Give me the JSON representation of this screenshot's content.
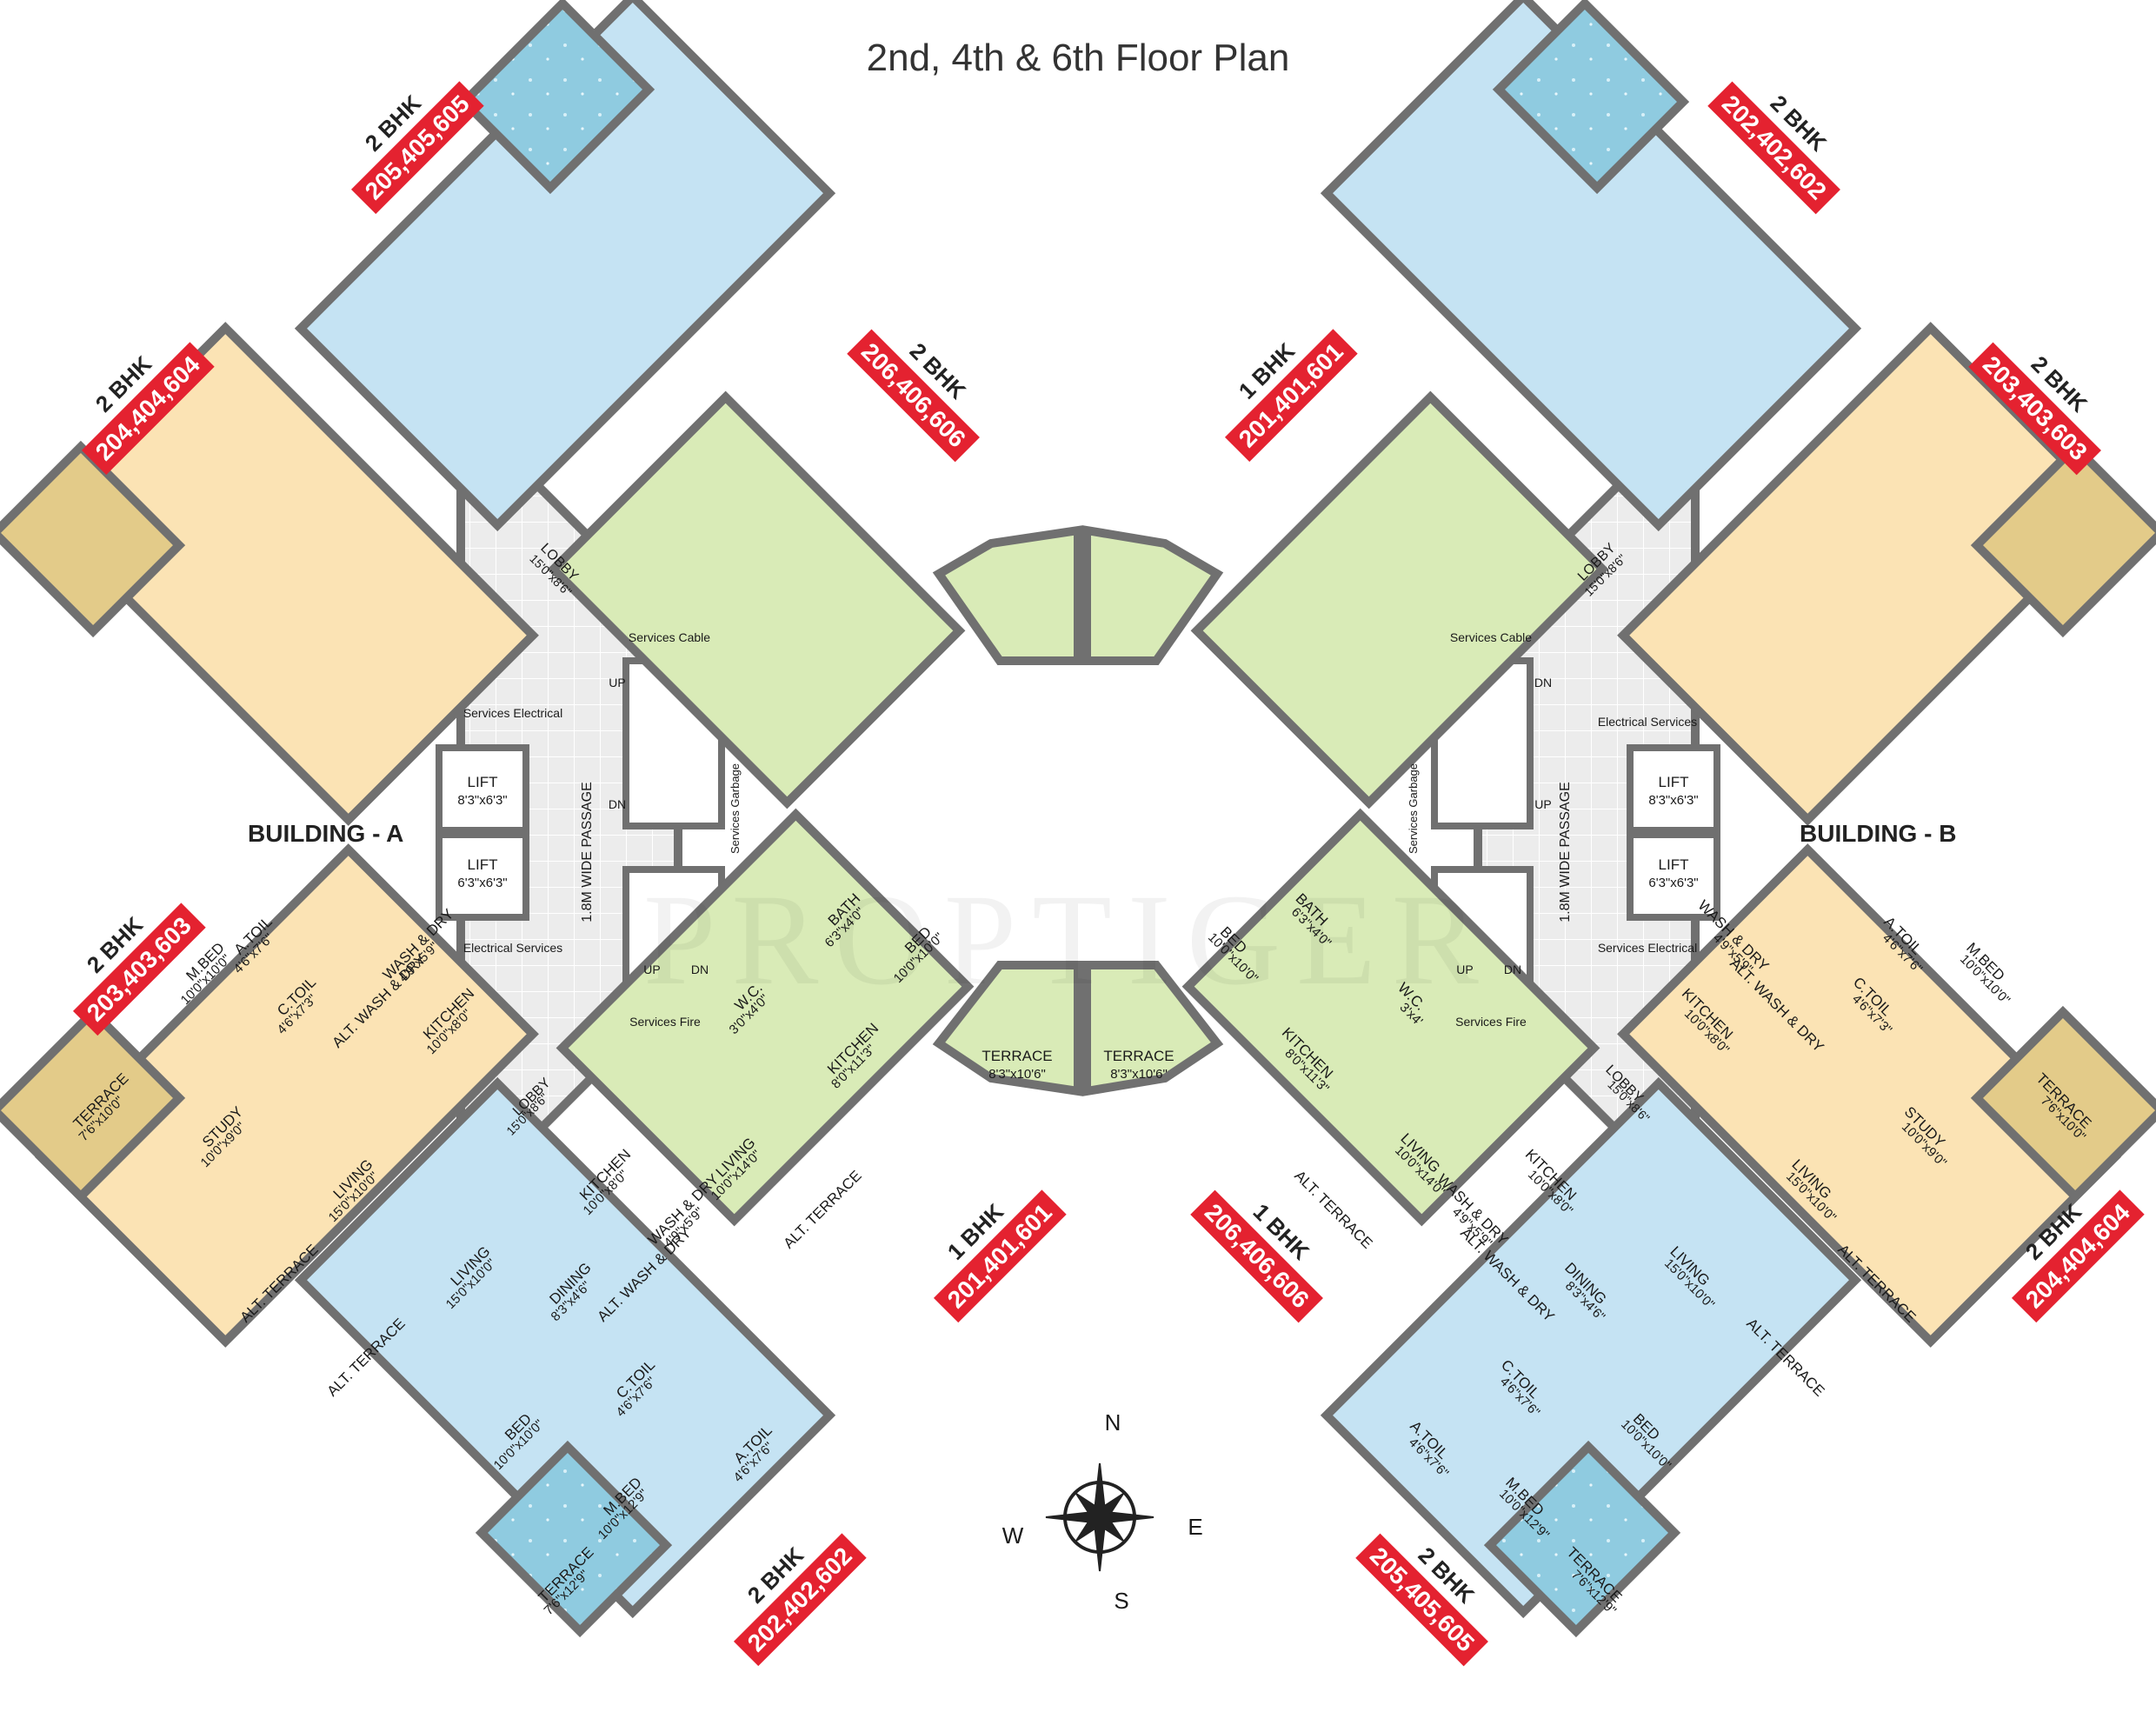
{
  "title": "2nd, 4th & 6th Floor Plan",
  "watermark": "PROPTIGER",
  "colors": {
    "unit_2bhk_blue": "#c5e3f3",
    "unit_2bhk_peach": "#fbe3b4",
    "unit_1bhk_green": "#d9ebb7",
    "terrace_teal": "#8fcbe0",
    "terrace_tan": "#e3cb89",
    "lobby_grey": "#e9e9e9",
    "label_red": "#e42230"
  },
  "buildings": [
    {
      "name": "BUILDING - A"
    },
    {
      "name": "BUILDING - B"
    }
  ],
  "unit_tags": [
    {
      "type": "2 BHK",
      "units": "205,405,605"
    },
    {
      "type": "2 BHK",
      "units": "204,404,604"
    },
    {
      "type": "2 BHK",
      "units": "206,406,606"
    },
    {
      "type": "1 BHK",
      "units": "201,401,601"
    },
    {
      "type": "2 BHK",
      "units": "202,402,602"
    },
    {
      "type": "2 BHK",
      "units": "203,403,603"
    },
    {
      "type": "2 BHK",
      "units": "203,403,603"
    },
    {
      "type": "1 BHK",
      "units": "201,401,601"
    },
    {
      "type": "2 BHK",
      "units": "202,402,602"
    },
    {
      "type": "1 BHK",
      "units": "206,406,606"
    },
    {
      "type": "2 BHK",
      "units": "205,405,605"
    },
    {
      "type": "2 BHK",
      "units": "204,404,604"
    }
  ],
  "core_labels": {
    "lobby": "LOBBY",
    "lobby_size": "15'0\"x8'6\"",
    "lift": "LIFT",
    "lift_size_a": "8'3\"x6'3\"",
    "lift_size_b": "6'3\"x6'3\"",
    "passage": "1.8M WIDE PASSAGE",
    "services_cable": "Services Cable",
    "services_electrical": "Services Electrical",
    "electrical_services": "Electrical Services",
    "services_garbage": "Services Garbage",
    "services_fire": "Services Fire",
    "up": "UP",
    "dn": "DN"
  },
  "rooms_a_south": [
    {
      "name": "M.BED",
      "size": "10'0\"x10'0\""
    },
    {
      "name": "A.TOIL",
      "size": "4'6\"x7'6\""
    },
    {
      "name": "C.TOIL",
      "size": "4'6\"x7'3\""
    },
    {
      "name": "WASH & DRY",
      "size": "4'9\"x5'9\""
    },
    {
      "name": "ALT. WASH & DRY",
      "size": ""
    },
    {
      "name": "KITCHEN",
      "size": "10'0\"x8'0\""
    },
    {
      "name": "TERRACE",
      "size": "7'6\"x10'0\""
    },
    {
      "name": "STUDY",
      "size": "10'0\"x9'0\""
    },
    {
      "name": "LIVING",
      "size": "15'0\"x10'0\""
    },
    {
      "name": "ALT. TERRACE",
      "size": ""
    },
    {
      "name": "LIVING",
      "size": "15'0\"x10'0\""
    },
    {
      "name": "KITCHEN",
      "size": "10'0\"x8'0\""
    },
    {
      "name": "DINING",
      "size": "8'3\"x4'6\""
    },
    {
      "name": "WASH & DRY",
      "size": "4'9\"x5'9\""
    },
    {
      "name": "ALT. WASH & DRY",
      "size": ""
    },
    {
      "name": "ALT. TERRACE",
      "size": ""
    },
    {
      "name": "BED",
      "size": "10'0\"x10'0\""
    },
    {
      "name": "C.TOIL",
      "size": "4'6\"x7'6\""
    },
    {
      "name": "M.BED",
      "size": "10'0\"x12'9\""
    },
    {
      "name": "A.TOIL",
      "size": "4'6\"x7'6\""
    },
    {
      "name": "TERRACE",
      "size": "7'6\"x12'9\""
    },
    {
      "name": "BATH",
      "size": "6'3\"x4'0\""
    },
    {
      "name": "W.C.",
      "size": "3'0\"x4'0\""
    },
    {
      "name": "BED",
      "size": "10'0\"x10'0\""
    },
    {
      "name": "KITCHEN",
      "size": "8'0\"x11'3\""
    },
    {
      "name": "LIVING",
      "size": "10'0\"x14'0\""
    },
    {
      "name": "TERRACE",
      "size": "8'3\"x10'6\""
    },
    {
      "name": "ALT. TERRACE",
      "size": ""
    }
  ],
  "rooms_b_south": [
    {
      "name": "TERRACE",
      "size": "8'3\"x10'6\""
    },
    {
      "name": "BED",
      "size": "10'0\"x10'0\""
    },
    {
      "name": "BATH",
      "size": "6'3\"x4'0\""
    },
    {
      "name": "W.C.",
      "size": "3'x4'"
    },
    {
      "name": "KITCHEN",
      "size": "8'0\"x11'3\""
    },
    {
      "name": "LIVING",
      "size": "10'0\"x14'0\""
    },
    {
      "name": "ALT. TERRACE",
      "size": ""
    },
    {
      "name": "KITCHEN",
      "size": "10'0\"x8'0\""
    },
    {
      "name": "WASH & DRY",
      "size": "4'9\"x5'9\""
    },
    {
      "name": "ALT. WASH & DRY",
      "size": ""
    },
    {
      "name": "DINING",
      "size": "8'3\"x4'6\""
    },
    {
      "name": "LIVING",
      "size": "15'0\"x10'0\""
    },
    {
      "name": "C.TOIL",
      "size": "4'6\"x7'6\""
    },
    {
      "name": "A.TOIL",
      "size": "4'6\"x7'6\""
    },
    {
      "name": "BED",
      "size": "10'0\"x10'0\""
    },
    {
      "name": "M.BED",
      "size": "10'0\"x12'9\""
    },
    {
      "name": "TERRACE",
      "size": "7'6\"x12'9\""
    },
    {
      "name": "ALT. TERRACE",
      "size": ""
    },
    {
      "name": "KITCHEN",
      "size": "10'0\"x8'0\""
    },
    {
      "name": "WASH & DRY",
      "size": "4'9\"x5'9\""
    },
    {
      "name": "ALT. WASH & DRY",
      "size": ""
    },
    {
      "name": "LIVING",
      "size": "15'0\"x10'0\""
    },
    {
      "name": "A.TOIL",
      "size": "4'6\"x7'6\""
    },
    {
      "name": "C.TOIL",
      "size": "4'6\"x7'3\""
    },
    {
      "name": "M.BED",
      "size": "10'0\"x10'0\""
    },
    {
      "name": "STUDY",
      "size": "10'0\"x9'0\""
    },
    {
      "name": "TERRACE",
      "size": "7'6\"x10'0\""
    },
    {
      "name": "ALT. TERRACE",
      "size": ""
    }
  ],
  "compass": {
    "n": "N",
    "s": "S",
    "e": "E",
    "w": "W"
  }
}
